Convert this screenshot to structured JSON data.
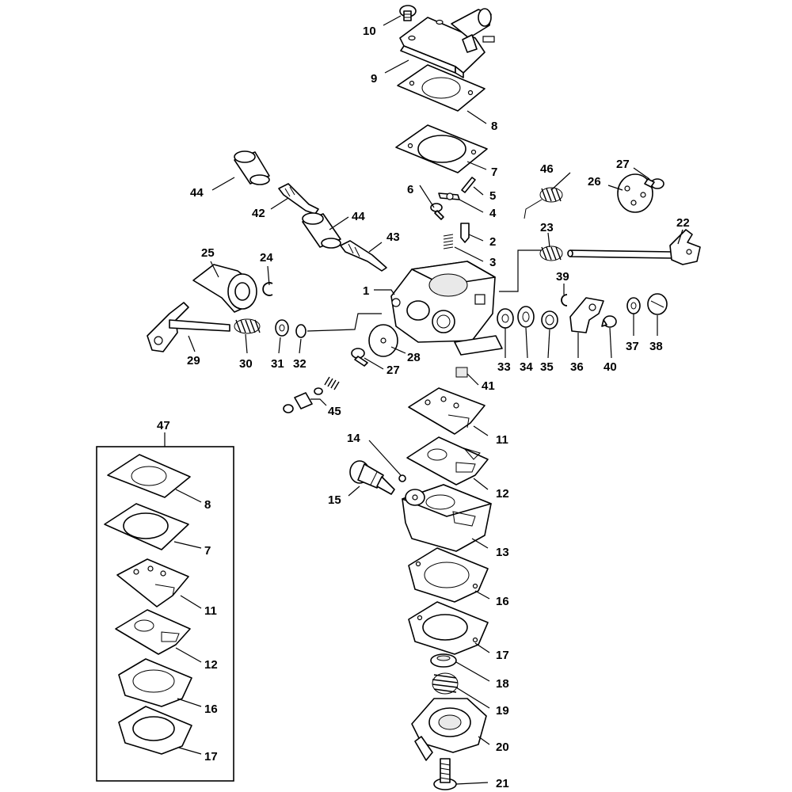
{
  "diagram": {
    "kit_label": "47",
    "callouts": [
      "1",
      "2",
      "3",
      "4",
      "5",
      "6",
      "7",
      "8",
      "9",
      "10",
      "11",
      "12",
      "13",
      "14",
      "15",
      "16",
      "17",
      "18",
      "19",
      "20",
      "21",
      "22",
      "23",
      "24",
      "25",
      "26",
      "27",
      "28",
      "29",
      "30",
      "31",
      "32",
      "33",
      "34",
      "35",
      "36",
      "37",
      "38",
      "39",
      "40",
      "41",
      "42",
      "43",
      "44",
      "45",
      "46"
    ],
    "kit_callouts": [
      "8",
      "7",
      "11",
      "12",
      "16",
      "17"
    ]
  }
}
